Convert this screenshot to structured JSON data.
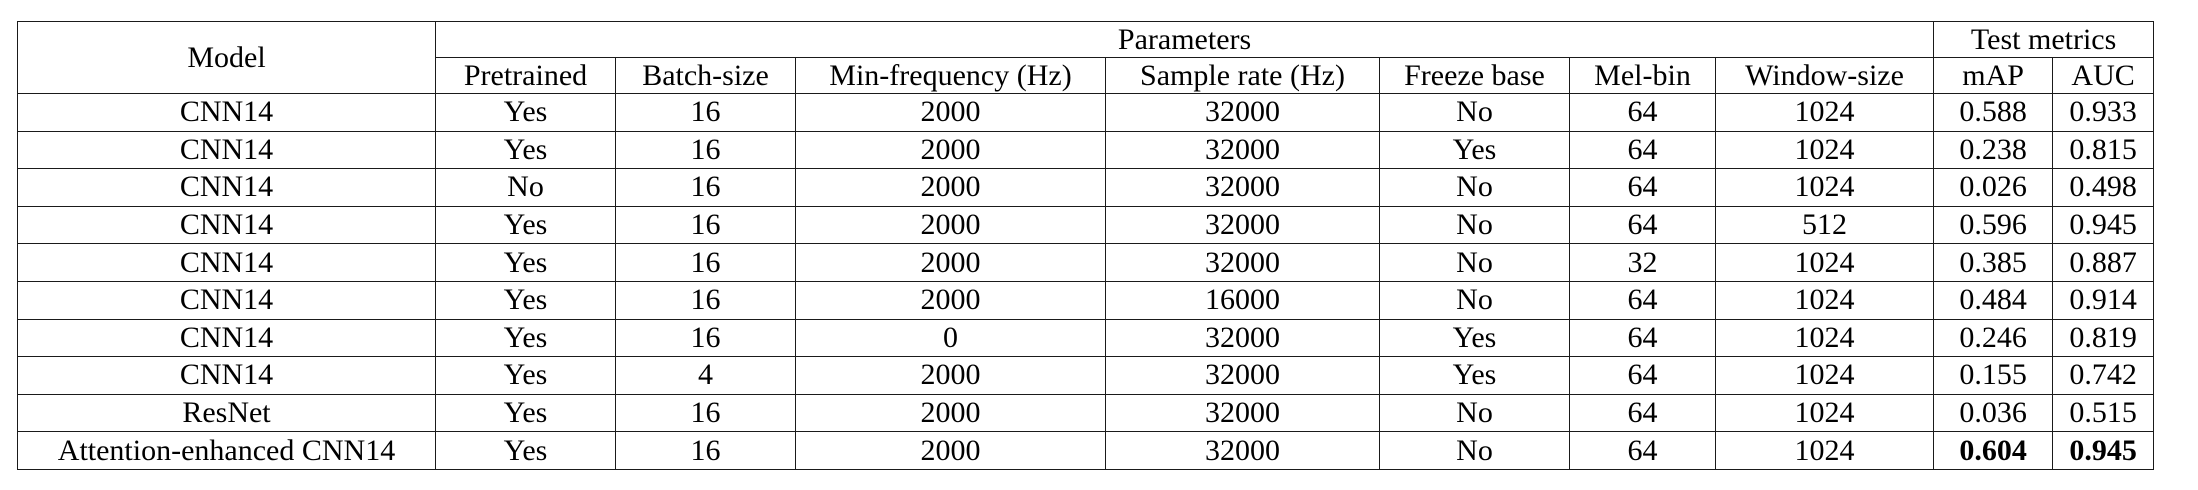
{
  "table": {
    "header_groups": {
      "model": "Model",
      "parameters": "Parameters",
      "test_metrics": "Test metrics"
    },
    "columns": [
      "Pretrained",
      "Batch-size",
      "Min-frequency (Hz)",
      "Sample rate (Hz)",
      "Freeze base",
      "Mel-bin",
      "Window-size",
      "mAP",
      "AUC"
    ],
    "rows": [
      [
        "CNN14",
        "Yes",
        "16",
        "2000",
        "32000",
        "No",
        "64",
        "1024",
        "0.588",
        "0.933"
      ],
      [
        "CNN14",
        "Yes",
        "16",
        "2000",
        "32000",
        "Yes",
        "64",
        "1024",
        "0.238",
        "0.815"
      ],
      [
        "CNN14",
        "No",
        "16",
        "2000",
        "32000",
        "No",
        "64",
        "1024",
        "0.026",
        "0.498"
      ],
      [
        "CNN14",
        "Yes",
        "16",
        "2000",
        "32000",
        "No",
        "64",
        "512",
        "0.596",
        "0.945"
      ],
      [
        "CNN14",
        "Yes",
        "16",
        "2000",
        "32000",
        "No",
        "32",
        "1024",
        "0.385",
        "0.887"
      ],
      [
        "CNN14",
        "Yes",
        "16",
        "2000",
        "16000",
        "No",
        "64",
        "1024",
        "0.484",
        "0.914"
      ],
      [
        "CNN14",
        "Yes",
        "16",
        "0",
        "32000",
        "Yes",
        "64",
        "1024",
        "0.246",
        "0.819"
      ],
      [
        "CNN14",
        "Yes",
        "4",
        "2000",
        "32000",
        "Yes",
        "64",
        "1024",
        "0.155",
        "0.742"
      ],
      [
        "ResNet",
        "Yes",
        "16",
        "2000",
        "32000",
        "No",
        "64",
        "1024",
        "0.036",
        "0.515"
      ],
      [
        "Attention-enhanced CNN14",
        "Yes",
        "16",
        "2000",
        "32000",
        "No",
        "64",
        "1024",
        "0.604",
        "0.945"
      ]
    ]
  }
}
